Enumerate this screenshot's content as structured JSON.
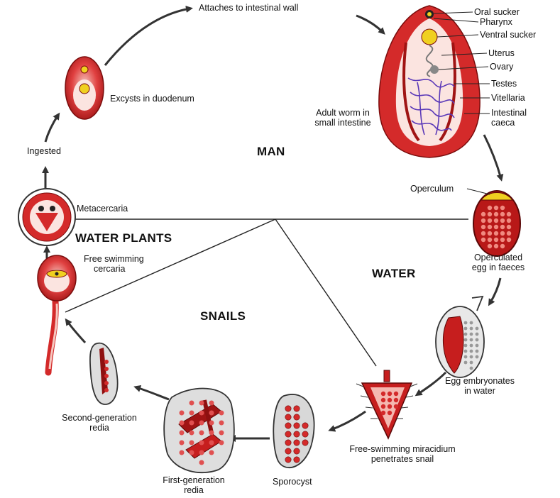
{
  "labels": {
    "attaches": "Attaches to intestinal wall",
    "excysts": "Excysts in duodenum",
    "ingested": "Ingested",
    "metacercaria": "Metacercaria",
    "free_cercaria_1": "Free swimming",
    "free_cercaria_2": "cercaria",
    "second_redia_1": "Second-generation",
    "second_redia_2": "redia",
    "first_redia_1": "First-generation",
    "first_redia_2": "redia",
    "sporocyst": "Sporocyst",
    "miracidium_1": "Free-swimming miracidium",
    "miracidium_2": "penetrates snail",
    "embryonates_1": "Egg embryonates",
    "embryonates_2": "in water",
    "operculated_1": "Operculated",
    "operculated_2": "egg in faeces",
    "operculum": "Operculum",
    "adult_1": "Adult worm in",
    "adult_2": "small intestine",
    "oral_sucker": "Oral sucker",
    "pharynx": "Pharynx",
    "ventral_sucker": "Ventral sucker",
    "uterus": "Uterus",
    "ovary": "Ovary",
    "testes": "Testes",
    "vitellaria": "Vitellaria",
    "intestinal_1": "Intestinal",
    "intestinal_2": "caeca"
  },
  "regions": {
    "man": "MAN",
    "water_plants": "WATER PLANTS",
    "water": "WATER",
    "snails": "SNAILS"
  },
  "colors": {
    "body_red": "#d42a2a",
    "dark_red": "#8e1010",
    "pink": "#f8d2cc",
    "yolk": "#f0d020",
    "vitellaria": "#5a38b8",
    "arrow": "#333333",
    "shell": "#e4e4e4"
  }
}
